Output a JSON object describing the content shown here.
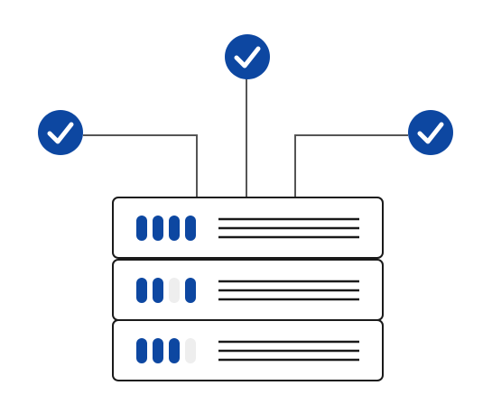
{
  "colors": {
    "accent": "#0d47a1",
    "led_off": "#eeeeee",
    "outline": "#1a1a1a",
    "line": "#555555",
    "background": "#ffffff"
  },
  "check_badges": [
    {
      "icon": "check-circle-icon",
      "position": "left"
    },
    {
      "icon": "check-circle-icon",
      "position": "top-center"
    },
    {
      "icon": "check-circle-icon",
      "position": "right"
    }
  ],
  "server_units": [
    {
      "leds": [
        true,
        true,
        true,
        true
      ]
    },
    {
      "leds": [
        true,
        true,
        false,
        true
      ]
    },
    {
      "leds": [
        true,
        true,
        true,
        false
      ]
    }
  ]
}
